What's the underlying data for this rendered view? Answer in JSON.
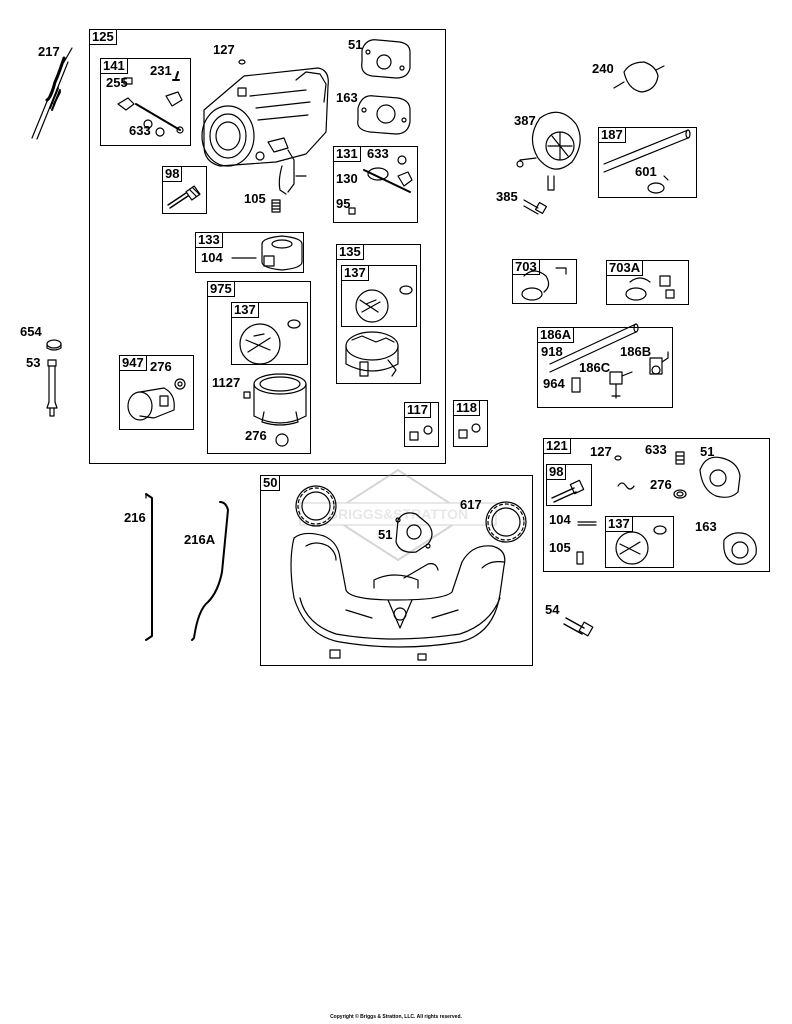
{
  "brand": {
    "watermark": "BRIGGS&STRATTON"
  },
  "boxes": {
    "b125": "125",
    "b141": "141",
    "b98a": "98",
    "b133": "133",
    "b131": "131",
    "b135": "135",
    "b137a": "137",
    "b975": "975",
    "b137b": "137",
    "b947": "947",
    "b117": "117",
    "b118": "118",
    "b187": "187",
    "b703": "703",
    "b703A": "703A",
    "b186A": "186A",
    "b121": "121",
    "b98b": "98",
    "b137c": "137",
    "b50": "50"
  },
  "labels": {
    "l217": "217",
    "l127a": "127",
    "l51a": "51",
    "l240": "240",
    "l255": "255",
    "l231": "231",
    "l633a": "633",
    "l163a": "163",
    "l387": "387",
    "l633b": "633",
    "l130": "130",
    "l95": "95",
    "l105a": "105",
    "l385": "385",
    "l601": "601",
    "l104a": "104",
    "l654": "654",
    "l53": "53",
    "l276a": "276",
    "l1127": "1127",
    "l276b": "276",
    "l918": "918",
    "l186B": "186B",
    "l186C": "186C",
    "l964": "964",
    "l127b": "127",
    "l633c": "633",
    "l51b": "51",
    "l276c": "276",
    "l104b": "104",
    "l105b": "105",
    "l163b": "163",
    "l216": "216",
    "l216A": "216A",
    "l617": "617",
    "l51c": "51",
    "l54": "54"
  },
  "copyright": "Copyright © Briggs & Stratton, LLC. All rights reserved."
}
